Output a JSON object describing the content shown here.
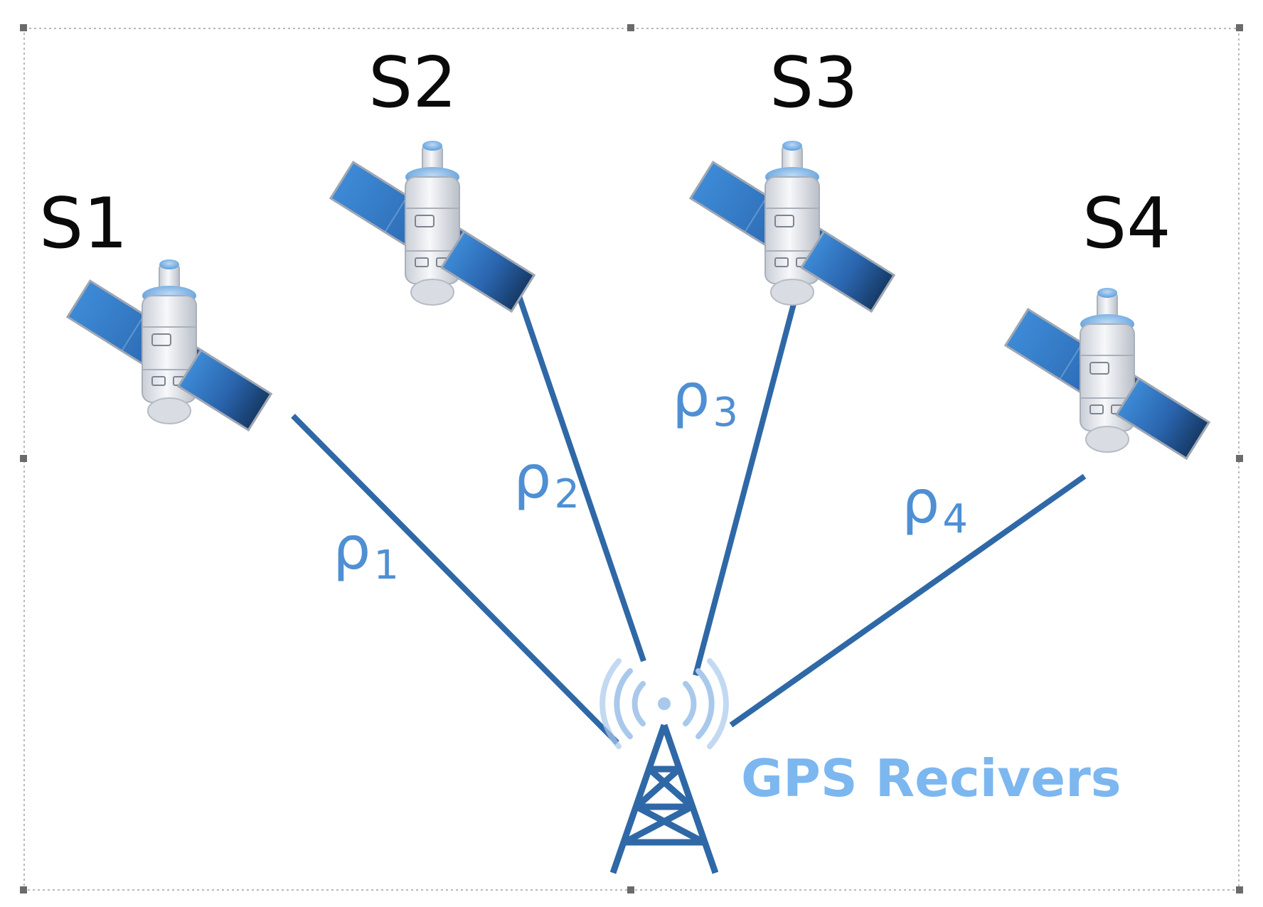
{
  "satellites": [
    {
      "label": "S1"
    },
    {
      "label": "S2"
    },
    {
      "label": "S3"
    },
    {
      "label": "S4"
    }
  ],
  "ranges": [
    {
      "symbol": "ρ",
      "subscript": "1"
    },
    {
      "symbol": "ρ",
      "subscript": "2"
    },
    {
      "symbol": "ρ",
      "subscript": "3"
    },
    {
      "symbol": "ρ",
      "subscript": "4"
    }
  ],
  "receiver": {
    "label": "GPS Recivers"
  },
  "colors": {
    "line": "#2f68a6",
    "range_text": "#4f8fd3",
    "receiver_text": "#7cb7ef",
    "panel_blue": "#2d6fb8",
    "satellite_body": "#e6e9ee"
  },
  "icons": [
    "satellite-icon",
    "radio-tower-icon",
    "signal-waves-icon"
  ]
}
